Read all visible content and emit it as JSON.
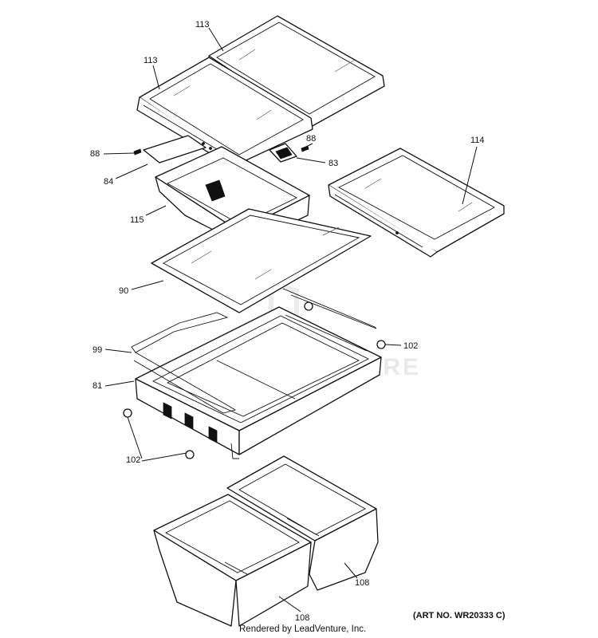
{
  "diagram": {
    "callouts": {
      "c113a": "113",
      "c113b": "113",
      "c88a": "88",
      "c88b": "88",
      "c83": "83",
      "c84": "84",
      "c114": "114",
      "c115": "115",
      "c90": "90",
      "c102a": "102",
      "c99": "99",
      "c81": "81",
      "c102b": "102",
      "c108a": "108",
      "c108b": "108"
    },
    "watermark": "LEADVENTURE"
  },
  "footer": {
    "art_no": "(ART NO. WR20333 C)",
    "credit": "Rendered by LeadVenture, Inc."
  }
}
